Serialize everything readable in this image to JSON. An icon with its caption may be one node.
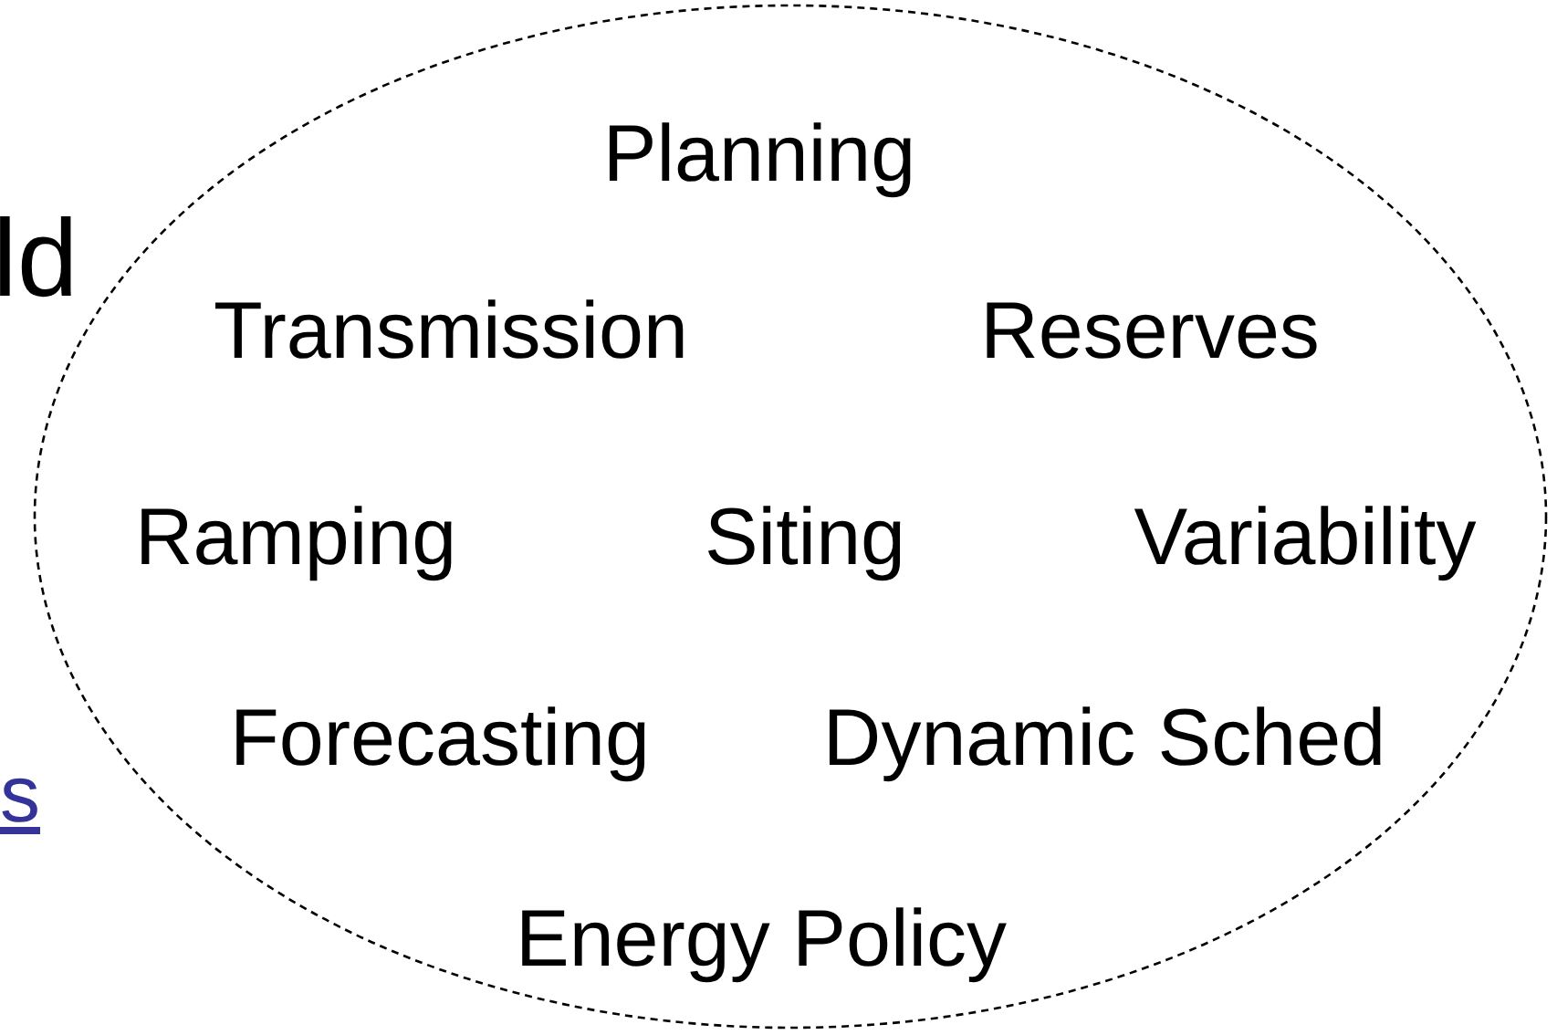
{
  "diagram": {
    "nodes": [
      {
        "text": [
          "Planning",
          "Transmission",
          "Reserves",
          "Ramping",
          "Siting",
          "Variability",
          "Forecasting",
          "Dynamic Sched",
          "Energy Policy"
        ]
      }
    ],
    "labels": [
      "ld",
      "s"
    ]
  }
}
